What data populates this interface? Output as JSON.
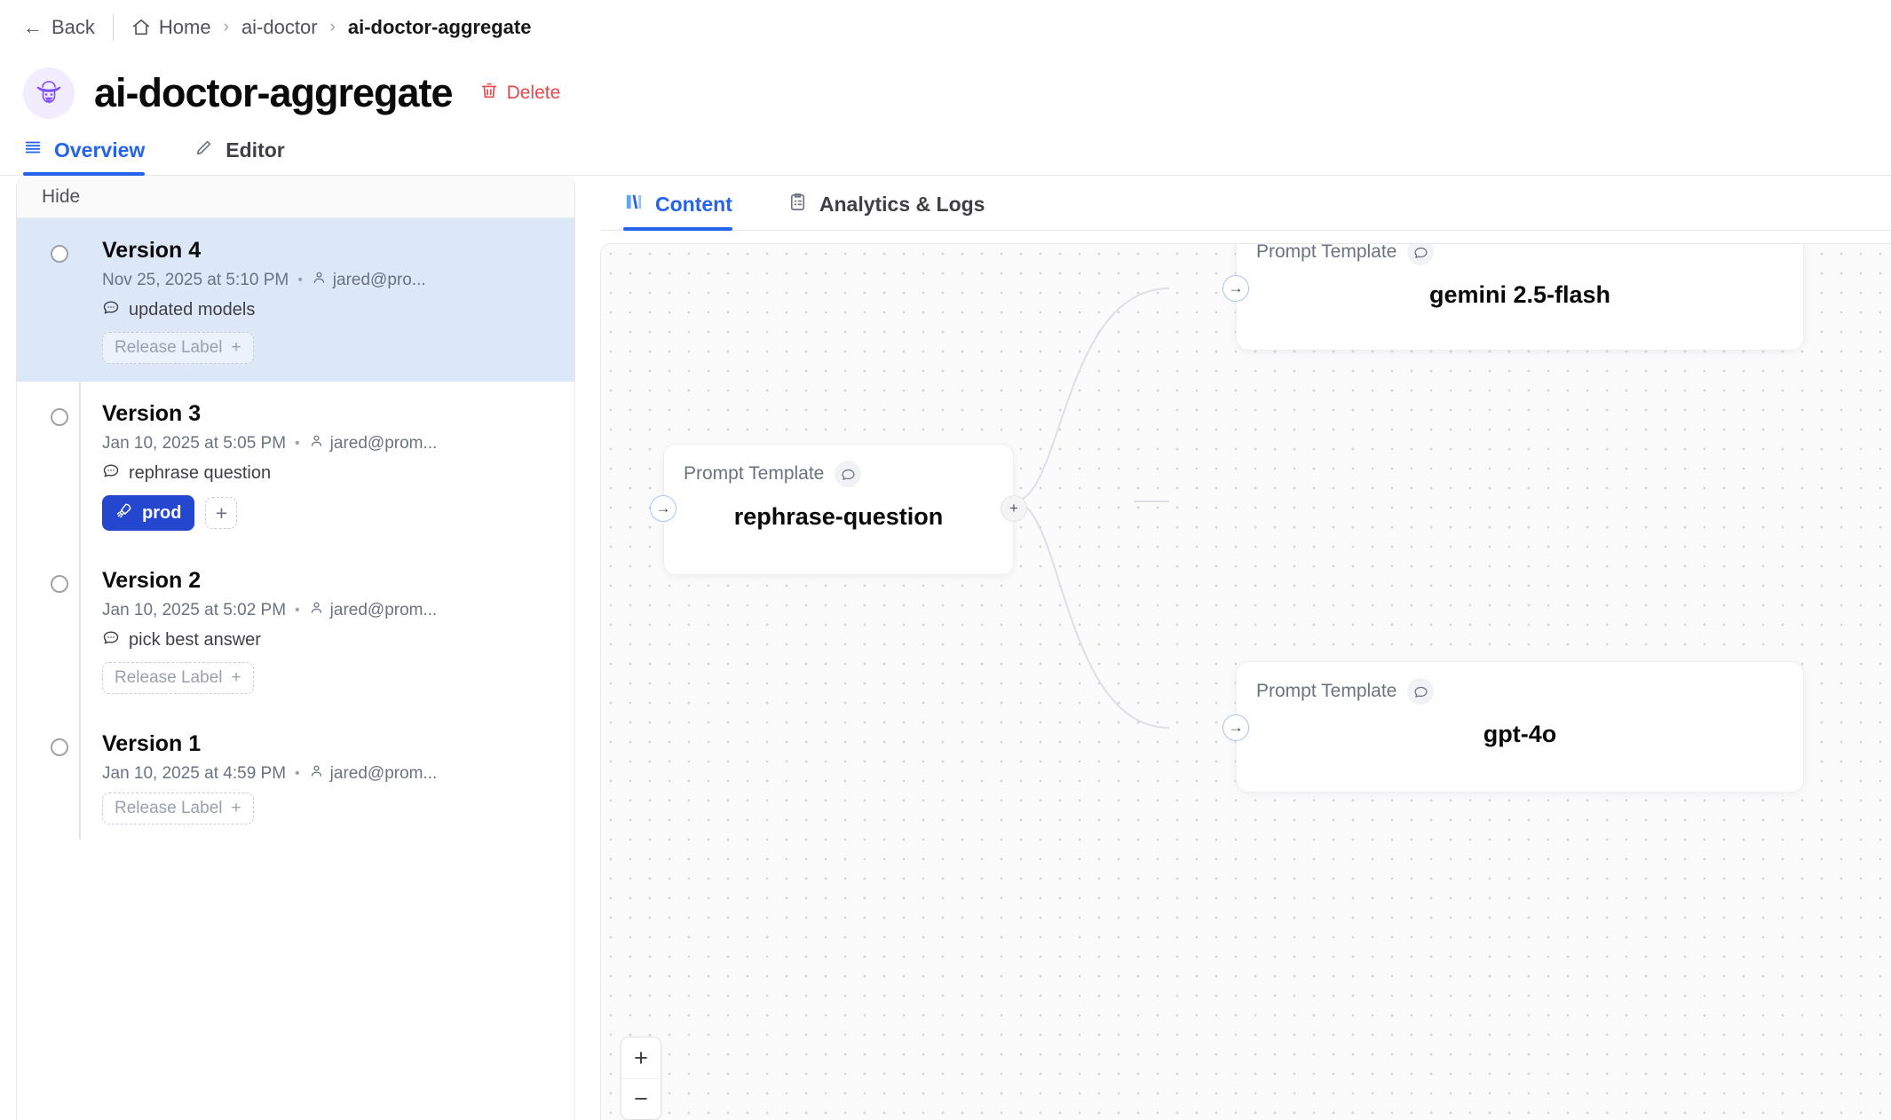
{
  "breadcrumb": {
    "back_label": "Back",
    "items": [
      {
        "label": "Home",
        "icon": "home-icon"
      },
      {
        "label": "ai-doctor",
        "icon": null
      },
      {
        "label": "ai-doctor-aggregate",
        "icon": null
      }
    ],
    "separator": "›"
  },
  "header": {
    "title": "ai-doctor-aggregate",
    "avatar_icon": "cowboy-avatar-icon",
    "delete_label": "Delete",
    "delete_icon": "trash-icon",
    "delete_color": "#e5484d"
  },
  "main_tabs": [
    {
      "label": "Overview",
      "icon": "list-icon",
      "active": true
    },
    {
      "label": "Editor",
      "icon": "pencil-icon",
      "active": false
    }
  ],
  "version_panel": {
    "hide_label": "Hide",
    "versions": [
      {
        "title": "Version 4",
        "timestamp": "Nov 25, 2025 at 5:10 PM",
        "author": "jared@pro...",
        "comment": "updated models",
        "selected": true,
        "labels": [],
        "release_label_placeholder": "Release Label"
      },
      {
        "title": "Version 3",
        "timestamp": "Jan 10, 2025 at 5:05 PM",
        "author": "jared@prom...",
        "comment": "rephrase question",
        "selected": false,
        "labels": [
          {
            "text": "prod",
            "icon": "rocket-icon",
            "color": "#2547d0"
          }
        ],
        "release_label_placeholder": null
      },
      {
        "title": "Version 2",
        "timestamp": "Jan 10, 2025 at 5:02 PM",
        "author": "jared@prom...",
        "comment": "pick best answer",
        "selected": false,
        "labels": [],
        "release_label_placeholder": "Release Label"
      },
      {
        "title": "Version 1",
        "timestamp": "Jan 10, 2025 at 4:59 PM",
        "author": "jared@prom...",
        "comment": null,
        "selected": false,
        "labels": [],
        "release_label_placeholder": "Release Label"
      }
    ],
    "add_label_glyph": "+"
  },
  "sub_tabs": [
    {
      "label": "Content",
      "icon": "content-bars-icon",
      "active": true
    },
    {
      "label": "Analytics & Logs",
      "icon": "clipboard-icon",
      "active": false
    }
  ],
  "canvas": {
    "nodes": [
      {
        "head": "Prompt Template",
        "title": "gemini 2.5-flash",
        "head_icon": "chat-bubble-icon"
      },
      {
        "head": "Prompt Template",
        "title": "rephrase-question",
        "head_icon": "chat-bubble-icon"
      },
      {
        "head": "Prompt Template",
        "title": "gpt-4o",
        "head_icon": "chat-bubble-icon"
      }
    ],
    "handle_glyph": "→",
    "add_handle_glyph": "+",
    "zoom_in": "+",
    "zoom_out": "−"
  },
  "colors": {
    "accent": "#2563eb",
    "selected_row": "#dce7f8",
    "badge_prod": "#2547d0",
    "danger": "#e5484d"
  }
}
